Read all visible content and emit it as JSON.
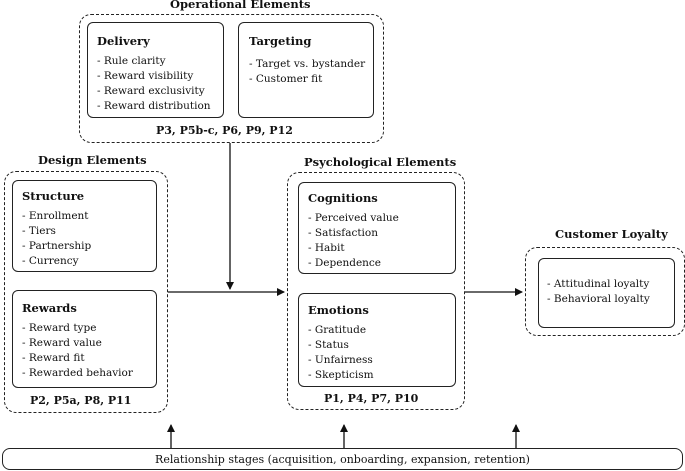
{
  "operational": {
    "heading": "Operational Elements",
    "delivery": {
      "title": "Delivery",
      "items": [
        "Rule clarity",
        "Reward visibility",
        "Reward exclusivity",
        "Reward distribution"
      ]
    },
    "targeting": {
      "title": "Targeting",
      "items": [
        "Target vs. bystander",
        "Customer fit"
      ]
    },
    "propositions": "P3, P5b-c, P6, P9, P12"
  },
  "design": {
    "heading": "Design Elements",
    "structure": {
      "title": "Structure",
      "items": [
        "Enrollment",
        "Tiers",
        "Partnership",
        "Currency"
      ]
    },
    "rewards": {
      "title": "Rewards",
      "items": [
        "Reward type",
        "Reward value",
        "Reward fit",
        "Rewarded behavior"
      ]
    },
    "propositions": "P2, P5a, P8, P11"
  },
  "psychological": {
    "heading": "Psychological Elements",
    "cognitions": {
      "title": "Cognitions",
      "items": [
        "Perceived value",
        "Satisfaction",
        "Habit",
        "Dependence"
      ]
    },
    "emotions": {
      "title": "Emotions",
      "items": [
        "Gratitude",
        "Status",
        "Unfairness",
        "Skepticism"
      ]
    },
    "propositions": "P1, P4, P7, P10"
  },
  "loyalty": {
    "heading": "Customer Loyalty",
    "items": [
      "Attitudinal loyalty",
      "Behavioral loyalty"
    ]
  },
  "stages": {
    "label": "Relationship stages (acquisition, onboarding, expansion, retention)"
  }
}
